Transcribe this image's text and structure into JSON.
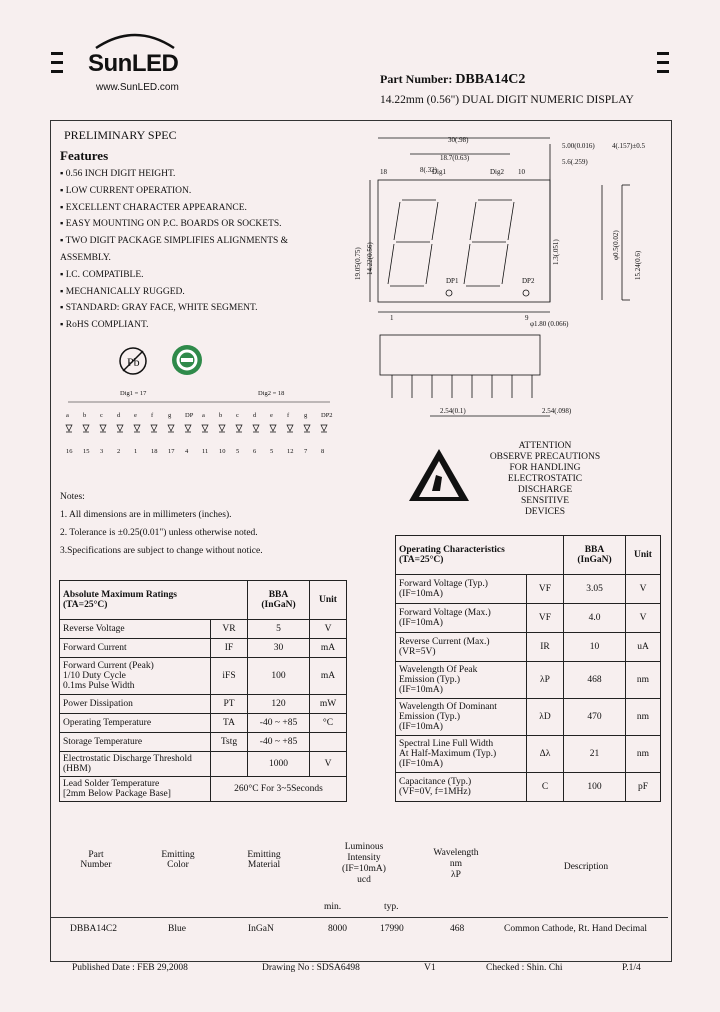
{
  "header": {
    "logo": "SunLED",
    "url": "www.SunLED.com",
    "part_number_label": "Part Number:",
    "part_number": "DBBA14C2",
    "description": "14.22mm (0.56\") DUAL DIGIT NUMERIC DISPLAY"
  },
  "prelim": "PRELIMINARY SPEC",
  "features": {
    "title": "Features",
    "items": [
      "0.56 INCH DIGIT HEIGHT.",
      "LOW CURRENT OPERATION.",
      "EXCELLENT CHARACTER APPEARANCE.",
      "EASY MOUNTING ON P.C. BOARDS OR SOCKETS.",
      "TWO DIGIT PACKAGE SIMPLIFIES ALIGNMENTS & ASSEMBLY.",
      "I.C. COMPATIBLE.",
      "MECHANICALLY RUGGED.",
      "STANDARD: GRAY FACE, WHITE SEGMENT.",
      "RoHS COMPLIANT."
    ]
  },
  "drawing": {
    "dims": [
      "30(.98)",
      "18.7(0.63)",
      "8(.32)",
      "5.00(0.016)",
      "4(.157)±0.5",
      "5.6(.259)",
      "19.05(0.75)",
      "14.22(0.56)",
      "1.3(.051)",
      "φ0.5(0.02)",
      "15.24(0.6)",
      "φ1.80 (0.066)",
      "2.54(0.1)",
      "2.54(.098)"
    ],
    "labels": [
      "18",
      "Dig1",
      "Dig2",
      "10",
      "DP1",
      "DP2",
      "1",
      "9"
    ]
  },
  "circuit": {
    "dig1_label": "Dig1 = 17",
    "dig2_label": "Dig2 = 18",
    "top_pins": [
      "a",
      "b",
      "c",
      "d",
      "e",
      "f",
      "g",
      "DP",
      "a",
      "b",
      "c",
      "d",
      "e",
      "f",
      "g",
      "DP2"
    ],
    "bottom_pins": [
      "16",
      "15",
      "3",
      "2",
      "1",
      "18",
      "17",
      "4",
      "11",
      "10",
      "5",
      "6",
      "5",
      "12",
      "7",
      "8"
    ]
  },
  "attention": [
    "ATTENTION",
    "OBSERVE PRECAUTIONS",
    "FOR HANDLING",
    "ELECTROSTATIC",
    "DISCHARGE",
    "SENSITIVE",
    "DEVICES"
  ],
  "notes": {
    "title": "Notes:",
    "items": [
      "1. All dimensions are in millimeters (inches).",
      "2. Tolerance is ±0.25(0.01\") unless otherwise noted.",
      "3.Specifications are subject to change without notice."
    ]
  },
  "abs_table": {
    "title": "Absolute Maximum Ratings\n(TA=25°C)",
    "col_bba": "BBA\n(InGaN)",
    "col_unit": "Unit",
    "rows": [
      {
        "param": "Reverse Voltage",
        "sym": "VR",
        "val": "5",
        "unit": "V"
      },
      {
        "param": "Forward Current",
        "sym": "IF",
        "val": "30",
        "unit": "mA"
      },
      {
        "param": "Forward Current (Peak)\n1/10 Duty Cycle\n0.1ms Pulse Width",
        "sym": "iFS",
        "val": "100",
        "unit": "mA"
      },
      {
        "param": "Power Dissipation",
        "sym": "PT",
        "val": "120",
        "unit": "mW"
      },
      {
        "param": "Operating Temperature",
        "sym": "TA",
        "val": "-40 ~ +85",
        "unit": "°C"
      },
      {
        "param": "Storage Temperature",
        "sym": "Tstg",
        "val": "-40 ~ +85",
        "unit": ""
      },
      {
        "param": "Electrostatic Discharge Threshold (HBM)",
        "sym": "",
        "val": "1000",
        "unit": "V"
      },
      {
        "param": "Lead Solder Temperature\n[2mm Below Package Base]",
        "sym": "",
        "val": "260°C For 3~5Seconds",
        "unit": ""
      }
    ]
  },
  "op_table": {
    "title": "Operating Characteristics\n(TA=25°C)",
    "col_bba": "BBA\n(InGaN)",
    "col_unit": "Unit",
    "rows": [
      {
        "param": "Forward Voltage (Typ.)\n(IF=10mA)",
        "sym": "VF",
        "val": "3.05",
        "unit": "V"
      },
      {
        "param": "Forward Voltage (Max.)\n(IF=10mA)",
        "sym": "VF",
        "val": "4.0",
        "unit": "V"
      },
      {
        "param": "Reverse Current (Max.)\n(VR=5V)",
        "sym": "IR",
        "val": "10",
        "unit": "uA"
      },
      {
        "param": "Wavelength Of Peak\nEmission (Typ.)\n(IF=10mA)",
        "sym": "λP",
        "val": "468",
        "unit": "nm"
      },
      {
        "param": "Wavelength Of Dominant\nEmission (Typ.)\n(IF=10mA)",
        "sym": "λD",
        "val": "470",
        "unit": "nm"
      },
      {
        "param": "Spectral Line Full Width\nAt Half-Maximum (Typ.)\n(IF=10mA)",
        "sym": "Δλ",
        "val": "21",
        "unit": "nm"
      },
      {
        "param": "Capacitance (Typ.)\n(VF=0V, f=1MHz)",
        "sym": "C",
        "val": "100",
        "unit": "pF"
      }
    ]
  },
  "bottom_table": {
    "headers": [
      "Part\nNumber",
      "Emitting\nColor",
      "Emitting\nMaterial",
      "Luminous\nIntensity\n(IF=10mA)\nucd",
      "Wavelength\nnm\nλP",
      "Description"
    ],
    "sub_min": "min.",
    "sub_typ": "typ.",
    "row": [
      "DBBA14C2",
      "Blue",
      "InGaN",
      "8000",
      "17990",
      "468",
      "Common Cathode, Rt. Hand Decimal"
    ]
  },
  "footer": {
    "published": "Published Date : FEB 29,2008",
    "drawing": "Drawing No : SDSA6498",
    "version": "V1",
    "checked": "Checked : Shin. Chi",
    "page": "P.1/4"
  }
}
